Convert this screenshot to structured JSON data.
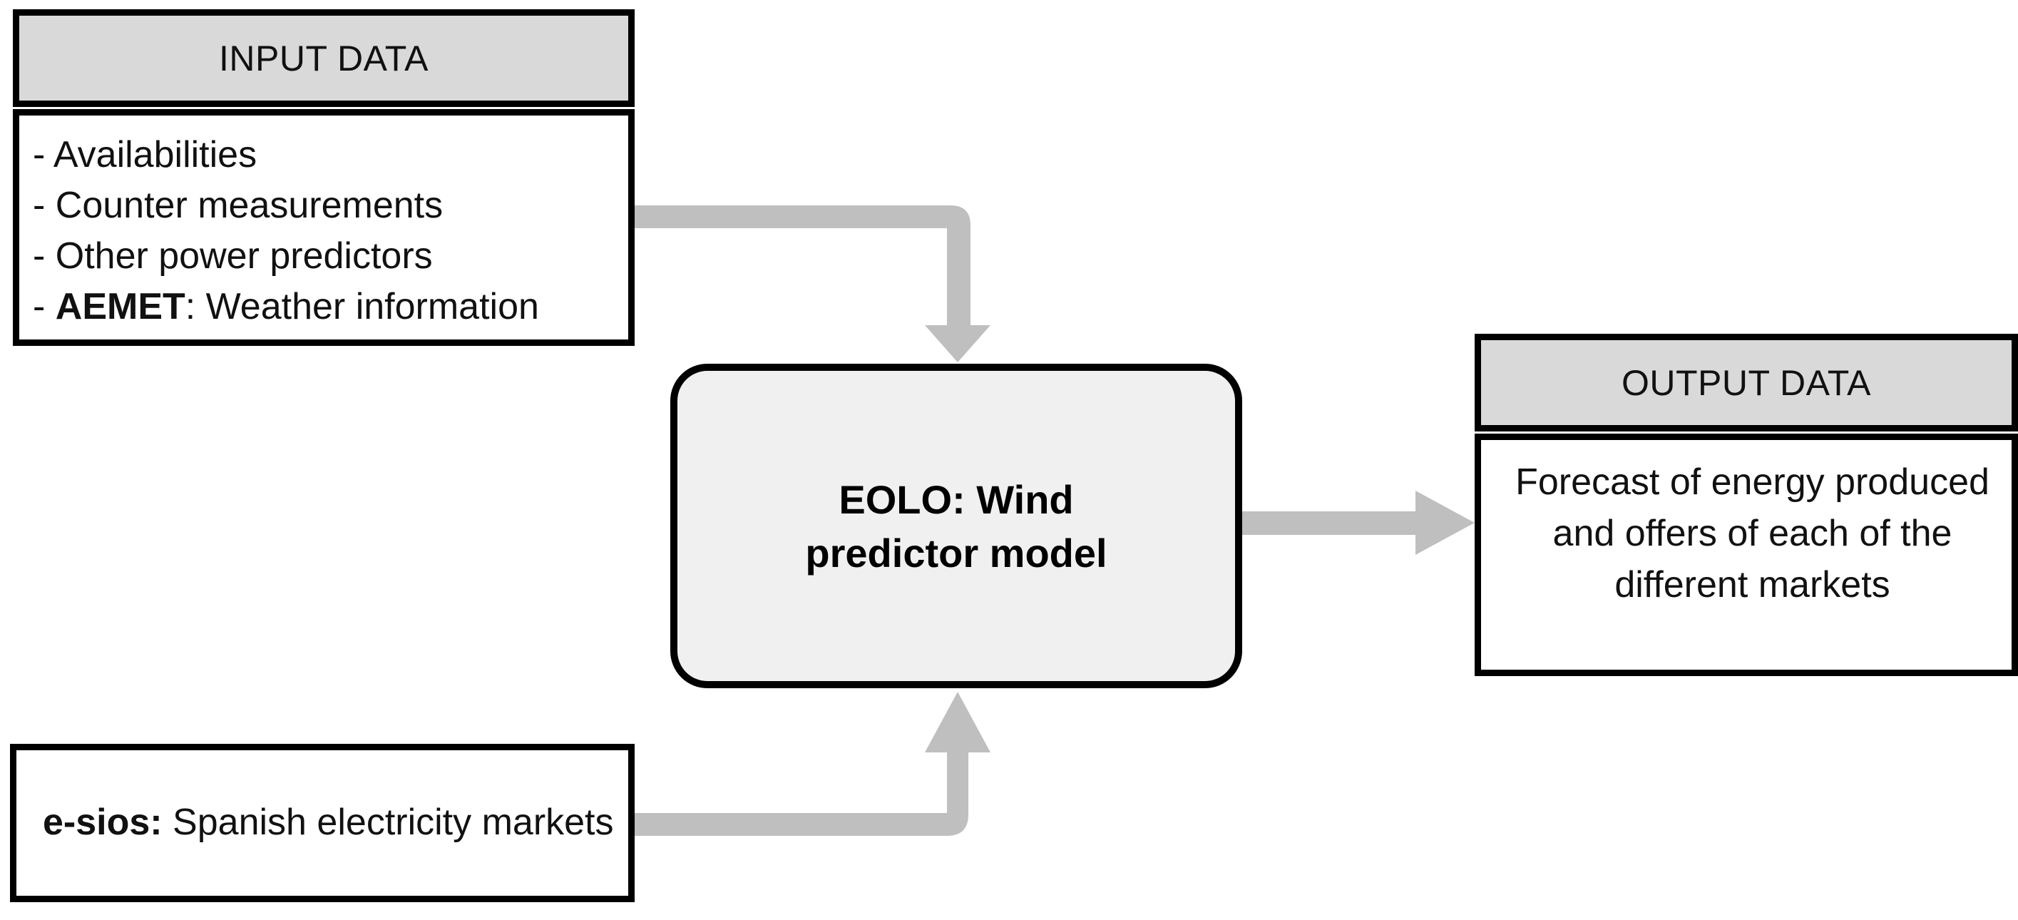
{
  "diagram": {
    "title": "EOLO wind predictor model data flow",
    "colors": {
      "header_fill": "#D9D9D9",
      "arrow_fill": "#BFBFBF",
      "process_fill": "#F0F0F0",
      "border": "#000000",
      "background": "#FFFFFF"
    }
  },
  "input_panel": {
    "header": "INPUT DATA",
    "items": [
      {
        "prefix": "- ",
        "bold": "",
        "text": "Availabilities"
      },
      {
        "prefix": "- ",
        "bold": "",
        "text": "Counter measurements"
      },
      {
        "prefix": "- ",
        "bold": "",
        "text": "Other power predictors"
      },
      {
        "prefix": "- ",
        "bold": "AEMET",
        "text": ": Weather information"
      }
    ]
  },
  "process_node": {
    "label": "EOLO: Wind predictor model"
  },
  "output_panel": {
    "header": "OUTPUT DATA",
    "text": "Forecast of energy produced and offers of each of the different markets"
  },
  "source_panel": {
    "bold": "e-sios:",
    "text": "  Spanish electricity markets"
  },
  "connectors": [
    {
      "name": "input-to-model",
      "from": "input_panel",
      "to": "process_node",
      "shape": "elbow-down",
      "color": "#BFBFBF"
    },
    {
      "name": "model-to-output",
      "from": "process_node",
      "to": "output_panel",
      "shape": "straight-right",
      "color": "#BFBFBF"
    },
    {
      "name": "source-to-model",
      "from": "source_panel",
      "to": "process_node",
      "shape": "elbow-up",
      "color": "#BFBFBF"
    }
  ]
}
